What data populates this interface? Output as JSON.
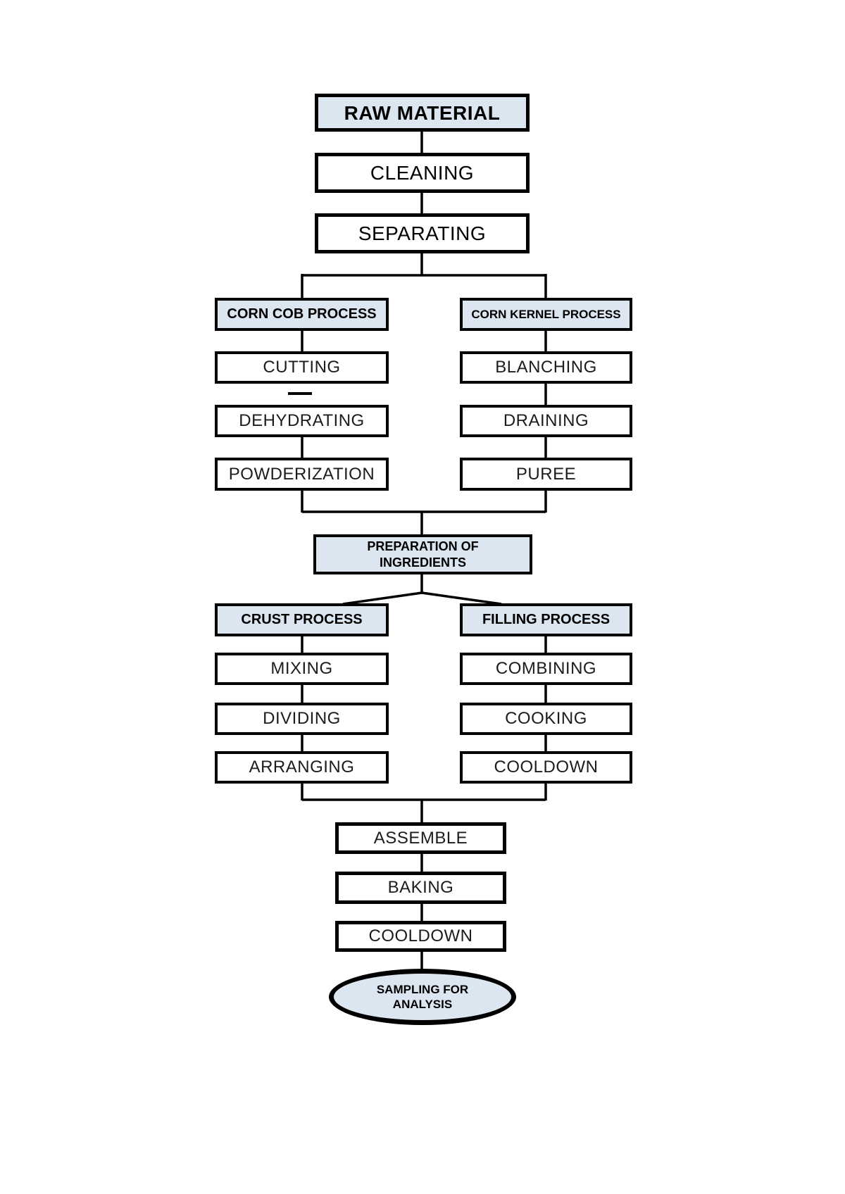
{
  "diagram": {
    "type": "flowchart",
    "colors": {
      "header_fill": "#dce6f1",
      "step_fill": "#ffffff",
      "border": "#000000",
      "connector": "#000000",
      "text": "#000000",
      "background": "#ffffff"
    },
    "nodes": {
      "raw_material": {
        "label": "RAW MATERIAL"
      },
      "cleaning": {
        "label": "CLEANING"
      },
      "separating": {
        "label": "SEPARATING"
      },
      "corn_cob_process": {
        "label": "CORN COB PROCESS"
      },
      "cutting": {
        "label": "CUTTING"
      },
      "dehydrating": {
        "label": "DEHYDRATING"
      },
      "powderization": {
        "label": "POWDERIZATION"
      },
      "corn_kernel_process": {
        "label": "CORN KERNEL PROCESS"
      },
      "blanching": {
        "label": "BLANCHING"
      },
      "draining": {
        "label": "DRAINING"
      },
      "puree": {
        "label": "PUREE"
      },
      "preparation_of_ingredients": {
        "label": "PREPARATION OF\nINGREDIENTS"
      },
      "crust_process": {
        "label": "CRUST PROCESS"
      },
      "mixing": {
        "label": "MIXING"
      },
      "dividing": {
        "label": "DIVIDING"
      },
      "arranging": {
        "label": "ARRANGING"
      },
      "filling_process": {
        "label": "FILLING PROCESS"
      },
      "combining": {
        "label": "COMBINING"
      },
      "cooking": {
        "label": "COOKING"
      },
      "cooldown_filling": {
        "label": "COOLDOWN"
      },
      "assemble": {
        "label": "ASSEMBLE"
      },
      "baking": {
        "label": "BAKING"
      },
      "cooldown_final": {
        "label": "COOLDOWN"
      },
      "sampling_for_analysis": {
        "label": "SAMPLING FOR\nANALYSIS"
      }
    }
  }
}
